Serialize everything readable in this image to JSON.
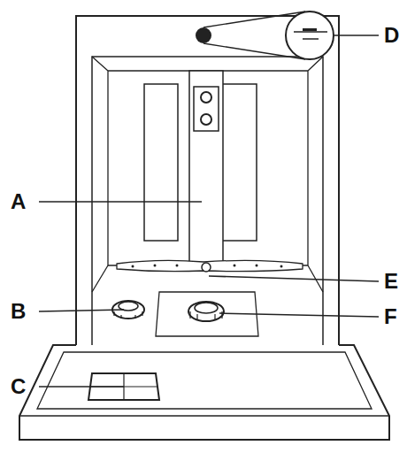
{
  "diagram": {
    "labels": [
      "D",
      "A",
      "E",
      "B",
      "F",
      "C"
    ]
  }
}
